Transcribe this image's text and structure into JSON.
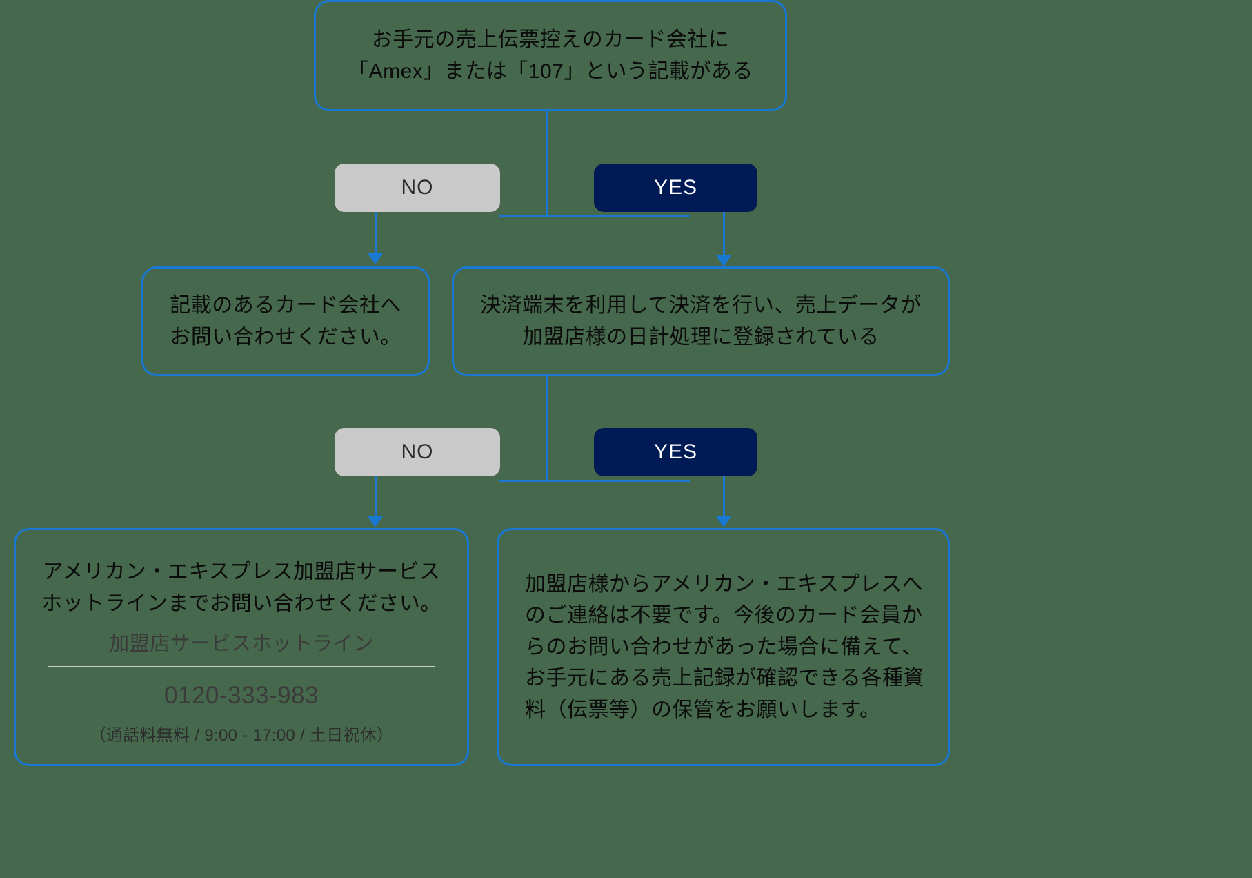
{
  "colors": {
    "background": "#46684d",
    "connector_blue": "#1878d2",
    "box_border_blue": "#1878d2",
    "no_box_fill": "#c9c9c9",
    "yes_box_fill": "#001a56",
    "yes_box_text": "#ffffff",
    "body_text": "#0b0b0b",
    "hotline_rule": "#cfcfcf"
  },
  "flow": {
    "question_1": {
      "line_1": "お手元の売上伝票控えのカード会社に",
      "line_2": "「Amex」または「107」という記載がある"
    },
    "decision_1": {
      "no_label": "NO",
      "yes_label": "YES"
    },
    "outcome_no_1": {
      "line_1": "記載のあるカード会社へ",
      "line_2": "お問い合わせください。"
    },
    "question_2": {
      "line_1": "決済端末を利用して決済を行い、売上データが",
      "line_2": "加盟店様の日計処理に登録されている"
    },
    "decision_2": {
      "no_label": "NO",
      "yes_label": "YES"
    },
    "outcome_no_2": {
      "line_1": "アメリカン・エキスプレス加盟店サービス",
      "line_2": "ホットラインまでお問い合わせください。",
      "hotline_label": "加盟店サービスホットライン",
      "hotline_number": "0120-333-983",
      "hotline_hours": "（通話料無料 / 9:00 - 17:00 / 土日祝休）"
    },
    "outcome_yes_2": {
      "line_1": "加盟店様からアメリカン・エキスプレスへ",
      "line_2": "のご連絡は不要です。今後のカード会員か",
      "line_3": "らのお問い合わせがあった場合に備えて、",
      "line_4": "お手元にある売上記録が確認できる各種資",
      "line_5": "料（伝票等）の保管をお願いします。"
    }
  }
}
